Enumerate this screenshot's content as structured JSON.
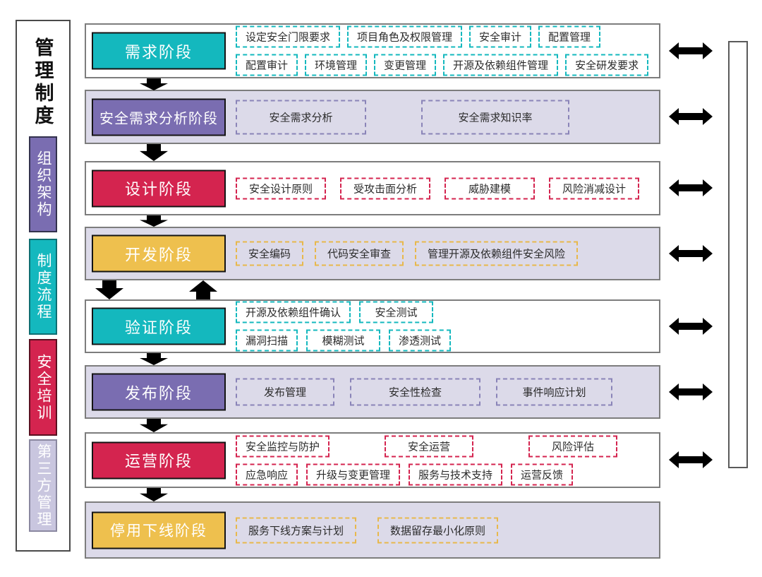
{
  "sidebar": {
    "title": "管理制度",
    "items": [
      {
        "label": "组织架构",
        "color": "#7a6db1"
      },
      {
        "label": "制度流程",
        "color": "#14b8be"
      },
      {
        "label": "安全培训",
        "color": "#d4244f"
      },
      {
        "label": "第三方管理",
        "color": "#c9c6df"
      }
    ]
  },
  "palette": {
    "teal": "#14b8be",
    "purple": "#7a6db1",
    "red": "#d4244f",
    "yellow": "#eec04e",
    "row_alt_background": "#dcdae9",
    "arrow_black": "#000000"
  },
  "stages": [
    {
      "name": "需求阶段",
      "color": "#14b8be",
      "tags": [
        [
          "设定安全门限要求",
          "项目角色及权限管理",
          "安全审计",
          "配置管理"
        ],
        [
          "配置审计",
          "环境管理",
          "变更管理",
          "开源及依赖组件管理",
          "安全研发要求"
        ]
      ]
    },
    {
      "name": "安全需求分析阶段",
      "color": "#7a6db1",
      "tags": [
        [
          "安全需求分析",
          "安全需求知识率"
        ]
      ]
    },
    {
      "name": "设计阶段",
      "color": "#d4244f",
      "tags": [
        [
          "安全设计原则",
          "受攻击面分析",
          "威胁建模",
          "风险消减设计"
        ]
      ]
    },
    {
      "name": "开发阶段",
      "color": "#eec04e",
      "tags": [
        [
          "安全编码",
          "代码安全审查",
          "管理开源及依赖组件安全风险"
        ]
      ]
    },
    {
      "name": "验证阶段",
      "color": "#14b8be",
      "tags": [
        [
          "开源及依赖组件确认",
          "安全测试"
        ],
        [
          "漏洞扫描",
          "模糊测试",
          "渗透测试"
        ]
      ]
    },
    {
      "name": "发布阶段",
      "color": "#7a6db1",
      "tags": [
        [
          "发布管理",
          "安全性检查",
          "事件响应计划"
        ]
      ]
    },
    {
      "name": "运营阶段",
      "color": "#d4244f",
      "tags": [
        [
          "安全监控与防护",
          "安全运营",
          "风险评估"
        ],
        [
          "应急响应",
          "升级与变更管理",
          "服务与技术支持",
          "运营反馈"
        ]
      ]
    },
    {
      "name": "停用下线阶段",
      "color": "#eec04e",
      "tags": [
        [
          "服务下线方案与计划",
          "数据留存最小化原则"
        ]
      ]
    }
  ]
}
